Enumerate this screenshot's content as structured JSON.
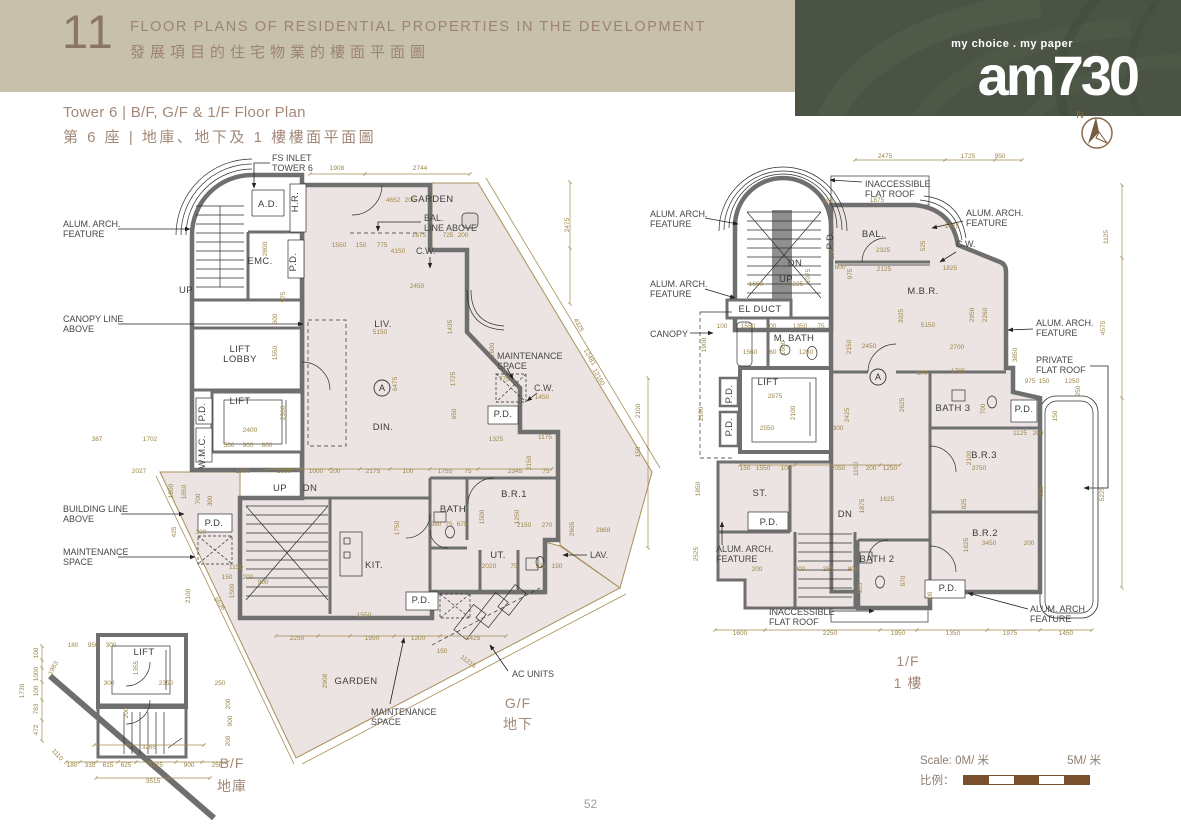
{
  "header": {
    "section_number": "11",
    "title_en": "FLOOR PLANS OF RESIDENTIAL PROPERTIES IN THE DEVELOPMENT",
    "title_zh": "發展項目的住宅物業的樓面平面圖",
    "logo": {
      "tagline": "my choice . my paper",
      "name": "am730"
    }
  },
  "subtitle": {
    "en": "Tower 6   |   B/F, G/F & 1/F Floor Plan",
    "zh": "第 6 座   |   地庫、地下及 1 樓樓面平面圖"
  },
  "compass": {
    "label": "N"
  },
  "scale": {
    "label_en": "Scale: 0M/ 米",
    "label_max": "5M/ 米",
    "label_zh": "比例："
  },
  "page": {
    "number": "52"
  },
  "colors": {
    "header_beige": "#c7c1ac",
    "header_green": "#4b5444",
    "title_brown": "#9d8373",
    "wall_gray": "#6f6f6f",
    "floor_pink": "#ece4e3",
    "dim_olive": "#9c8648",
    "lot_olive": "#a7905a",
    "floor_label_brown": "#a3897a",
    "scalebar_brown": "#7a4f2c"
  },
  "gf": {
    "floor_en": "G/F",
    "floor_zh": "地下",
    "unit_mark": "A",
    "rooms": [
      [
        "LIV.",
        383,
        327
      ],
      [
        "DIN.",
        383,
        430
      ],
      [
        "KIT.",
        374,
        568
      ],
      [
        "B.R.1",
        514,
        497
      ],
      [
        "BATH",
        453,
        512
      ],
      [
        "UT.",
        498,
        558
      ],
      [
        "LIFT\nLOBBY",
        240,
        352
      ],
      [
        "LIFT",
        240,
        404
      ],
      [
        "EMC.",
        260,
        264
      ],
      [
        "A.D.",
        268,
        207
      ],
      [
        "GARDEN",
        432,
        202
      ],
      [
        "GARDEN",
        356,
        684
      ],
      [
        "UP",
        186,
        293
      ],
      [
        "UP",
        280,
        491
      ],
      [
        "DN",
        310,
        491
      ],
      [
        "H.R.",
        298,
        202,
        -90
      ],
      [
        "P.D.",
        296,
        262,
        -90
      ],
      [
        "P.D.",
        205,
        412,
        -90
      ],
      [
        "W.M.C.",
        205,
        452,
        -90
      ],
      [
        "P.D.",
        503,
        417
      ],
      [
        "P.D.",
        421,
        603
      ],
      [
        "P.D.",
        214,
        526
      ]
    ],
    "callouts": [
      [
        "FS INLET\nTOWER 6",
        272,
        161
      ],
      [
        "ALUM. ARCH.\nFEATURE",
        63,
        227
      ],
      [
        "CANOPY LINE\nABOVE",
        63,
        322
      ],
      [
        "BUILDING LINE\nABOVE",
        63,
        512
      ],
      [
        "MAINTENANCE\nSPACE",
        63,
        555
      ],
      [
        "BAL.\nLINE ABOVE",
        424,
        221
      ],
      [
        "C.W.",
        416,
        254
      ],
      [
        "MAINTENANCE\nSPACE",
        497,
        359
      ],
      [
        "C.W.",
        534,
        391
      ],
      [
        "LAV.",
        590,
        558
      ],
      [
        "AC UNITS",
        512,
        677
      ],
      [
        "MAINTENANCE\nSPACE",
        371,
        715
      ]
    ],
    "dims": [
      [
        "1908",
        337,
        170
      ],
      [
        "2744",
        420,
        170
      ],
      [
        "4652",
        393,
        202
      ],
      [
        "200",
        410,
        202
      ],
      [
        "1675",
        419,
        237
      ],
      [
        "725",
        448,
        237
      ],
      [
        "200",
        463,
        237
      ],
      [
        "1550",
        339,
        247
      ],
      [
        "150",
        361,
        247
      ],
      [
        "775",
        382,
        247
      ],
      [
        "4150",
        398,
        253
      ],
      [
        "2450",
        417,
        288
      ],
      [
        "5150",
        380,
        334
      ],
      [
        "1435",
        452,
        327,
        -90
      ],
      [
        "6475",
        397,
        384,
        -90
      ],
      [
        "2800",
        267,
        249,
        -90
      ],
      [
        "975",
        285,
        297,
        -90
      ],
      [
        "600",
        277,
        319,
        -90
      ],
      [
        "1550",
        277,
        353,
        -90
      ],
      [
        "2300",
        285,
        413,
        -90
      ],
      [
        "2400",
        250,
        432
      ],
      [
        "500",
        229,
        447
      ],
      [
        "900",
        248,
        447
      ],
      [
        "800",
        267,
        447
      ],
      [
        "387",
        97,
        441
      ],
      [
        "1702",
        150,
        441
      ],
      [
        "2027",
        139,
        473
      ],
      [
        "1550",
        243,
        473
      ],
      [
        "1050",
        284,
        473
      ],
      [
        "1000",
        316,
        473
      ],
      [
        "200",
        335,
        473
      ],
      [
        "2175",
        373,
        473
      ],
      [
        "100",
        408,
        473
      ],
      [
        "1755",
        445,
        473
      ],
      [
        "75",
        468,
        473
      ],
      [
        "2345",
        515,
        473
      ],
      [
        "75",
        546,
        473
      ],
      [
        "1725",
        455,
        379,
        -90
      ],
      [
        "775",
        504,
        381
      ],
      [
        "1450",
        542,
        399
      ],
      [
        "650",
        456,
        414,
        -90
      ],
      [
        "1325",
        496,
        441
      ],
      [
        "1175",
        545,
        439
      ],
      [
        "2150",
        531,
        463,
        -90
      ],
      [
        "2600",
        494,
        350,
        -90
      ],
      [
        "1750",
        399,
        528,
        -90
      ],
      [
        "1500",
        484,
        517,
        -90
      ],
      [
        "1250",
        519,
        517,
        -90
      ],
      [
        "2150",
        524,
        527
      ],
      [
        "270",
        547,
        527
      ],
      [
        "2665",
        574,
        529,
        -90
      ],
      [
        "2868",
        603,
        532
      ],
      [
        "980",
        436,
        526
      ],
      [
        "75",
        449,
        526
      ],
      [
        "675",
        462,
        526
      ],
      [
        "2020",
        489,
        568
      ],
      [
        "75",
        514,
        568
      ],
      [
        "925",
        541,
        568
      ],
      [
        "150",
        557,
        568
      ],
      [
        "1550",
        364,
        617
      ],
      [
        "2250",
        297,
        640
      ],
      [
        "1950",
        372,
        640
      ],
      [
        "1200",
        418,
        640
      ],
      [
        "3425",
        473,
        640
      ],
      [
        "150",
        442,
        653
      ],
      [
        "2908",
        327,
        681,
        -90
      ],
      [
        "11215",
        467,
        663,
        37
      ],
      [
        "9636",
        218,
        605,
        52
      ],
      [
        "12481",
        588,
        358,
        60
      ],
      [
        "12160",
        597,
        378,
        60
      ],
      [
        "2475",
        569,
        225,
        -90
      ],
      [
        "4325",
        577,
        326,
        60
      ],
      [
        "1800",
        173,
        491,
        -90
      ],
      [
        "1850",
        186,
        492,
        -90
      ],
      [
        "700",
        200,
        499,
        -90
      ],
      [
        "300",
        212,
        501,
        -90
      ],
      [
        "425",
        176,
        532,
        -90
      ],
      [
        "300",
        201,
        534
      ],
      [
        "1150",
        236,
        569
      ],
      [
        "150",
        227,
        579
      ],
      [
        "1500",
        234,
        591,
        -90
      ],
      [
        "200",
        248,
        579
      ],
      [
        "900",
        263,
        584
      ],
      [
        "2100",
        190,
        596,
        -90
      ]
    ]
  },
  "bf": {
    "floor_en": "B/F",
    "floor_zh": "地庫",
    "rooms": [
      [
        "LIFT",
        144,
        655
      ]
    ],
    "dims": [
      [
        "180",
        73,
        647
      ],
      [
        "950",
        93,
        647
      ],
      [
        "300",
        111,
        647
      ],
      [
        "1983",
        55,
        669,
        -62
      ],
      [
        "100",
        38,
        653,
        -90
      ],
      [
        "1000",
        38,
        674,
        -90
      ],
      [
        "100",
        38,
        691,
        -90
      ],
      [
        "783",
        38,
        709,
        -90
      ],
      [
        "472",
        38,
        730,
        -90
      ],
      [
        "1730",
        24,
        691,
        -90
      ],
      [
        "1110",
        56,
        756,
        48
      ],
      [
        "1355",
        138,
        668,
        -90
      ],
      [
        "2350",
        166,
        685
      ],
      [
        "300",
        109,
        685
      ],
      [
        "250",
        220,
        685
      ],
      [
        "200",
        128,
        713,
        -90
      ],
      [
        "900",
        232,
        721,
        -90
      ],
      [
        "200",
        230,
        704,
        -90
      ],
      [
        "200",
        230,
        741,
        -90
      ],
      [
        "3265",
        149,
        749
      ],
      [
        "180",
        72,
        767
      ],
      [
        "335",
        90,
        767
      ],
      [
        "615",
        108,
        767
      ],
      [
        "625",
        126,
        767
      ],
      [
        "1125",
        156,
        767
      ],
      [
        "900",
        189,
        767
      ],
      [
        "250",
        217,
        767
      ],
      [
        "3515",
        153,
        783
      ]
    ]
  },
  "ff": {
    "floor_en": "1/F",
    "floor_zh": "1 樓",
    "unit_mark": "A",
    "rooms": [
      [
        "BAL.",
        873,
        237
      ],
      [
        "M.B.R.",
        923,
        294
      ],
      [
        "M. BATH",
        794,
        341
      ],
      [
        "EL DUCT",
        760,
        312
      ],
      [
        "LIFT",
        768,
        385
      ],
      [
        "BATH 3",
        953,
        411
      ],
      [
        "B.R.3",
        984,
        458
      ],
      [
        "B.R.2",
        985,
        536
      ],
      [
        "BATH 2",
        877,
        562
      ],
      [
        "ST.",
        760,
        496
      ],
      [
        "DN",
        795,
        266
      ],
      [
        "UP",
        786,
        282
      ],
      [
        "DN",
        845,
        517
      ],
      [
        "P.D.",
        833,
        240,
        -90
      ],
      [
        "P.D.",
        732,
        394,
        -90
      ],
      [
        "P.D.",
        732,
        427,
        -90
      ],
      [
        "P.D.",
        769,
        525
      ],
      [
        "P.D.",
        1024,
        412
      ],
      [
        "P.D.",
        948,
        591
      ]
    ],
    "callouts": [
      [
        "INACCESSIBLE\nFLAT ROOF",
        865,
        187
      ],
      [
        "ALUM. ARCH.\nFEATURE",
        650,
        217
      ],
      [
        "ALUM. ARCH.\nFEATURE",
        650,
        287
      ],
      [
        "ALUM. ARCH.\nFEATURE",
        966,
        216
      ],
      [
        "CANOPY",
        650,
        337
      ],
      [
        "ALUM. ARCH.\nFEATURE",
        1036,
        326
      ],
      [
        "PRIVATE\nFLAT ROOF",
        1036,
        363
      ],
      [
        "C.W.",
        956,
        247
      ],
      [
        "ALUM. ARCH.\nFEATURE",
        716,
        552
      ],
      [
        "INACCESSIBLE\nFLAT ROOF",
        769,
        615
      ],
      [
        "ALUM. ARCH.\nFEATURE",
        1030,
        612
      ]
    ],
    "dims": [
      [
        "2475",
        885,
        158
      ],
      [
        "1725",
        968,
        158
      ],
      [
        "950",
        1000,
        158
      ],
      [
        "1875",
        877,
        202
      ],
      [
        "550",
        828,
        203
      ],
      [
        "1675",
        952,
        228
      ],
      [
        "2325",
        883,
        252
      ],
      [
        "2125",
        884,
        271
      ],
      [
        "1825",
        950,
        270
      ],
      [
        "1650",
        756,
        286
      ],
      [
        "1225",
        796,
        286
      ],
      [
        "975",
        834,
        241,
        -90
      ],
      [
        "150",
        834,
        254,
        -90
      ],
      [
        "1075",
        810,
        276,
        -90
      ],
      [
        "600",
        840,
        269
      ],
      [
        "975",
        852,
        274,
        -90
      ],
      [
        "525",
        925,
        246,
        -90
      ],
      [
        "1125",
        1108,
        237,
        -90
      ],
      [
        "4575",
        1105,
        328,
        -90
      ],
      [
        "5225",
        1104,
        494,
        -90
      ],
      [
        "4925",
        1043,
        493,
        -90
      ],
      [
        "250",
        1080,
        391,
        -90
      ],
      [
        "150",
        1057,
        416,
        -90
      ],
      [
        "3025",
        903,
        316,
        -90
      ],
      [
        "5150",
        928,
        327
      ],
      [
        "2950",
        974,
        315,
        -90
      ],
      [
        "2260",
        987,
        315,
        -90
      ],
      [
        "2700",
        957,
        349
      ],
      [
        "3850",
        1017,
        355,
        -90
      ],
      [
        "2450",
        869,
        348
      ],
      [
        "2150",
        851,
        347,
        -90
      ],
      [
        "100",
        722,
        328
      ],
      [
        "1550",
        748,
        328
      ],
      [
        "100",
        771,
        328
      ],
      [
        "1350",
        800,
        328
      ],
      [
        "75",
        821,
        328
      ],
      [
        "1560",
        750,
        354
      ],
      [
        "160",
        771,
        354
      ],
      [
        "1280",
        806,
        354
      ],
      [
        "1600",
        785,
        348,
        -90
      ],
      [
        "1900",
        706,
        345,
        -90
      ],
      [
        "2100",
        703,
        414,
        -90
      ],
      [
        "2875",
        775,
        398
      ],
      [
        "2100",
        795,
        413,
        -90
      ],
      [
        "2550",
        767,
        430
      ],
      [
        "300",
        838,
        430
      ],
      [
        "2425",
        849,
        415,
        -90
      ],
      [
        "2625",
        904,
        405,
        -90
      ],
      [
        "670",
        922,
        375
      ],
      [
        "1795",
        958,
        373
      ],
      [
        "700",
        985,
        409,
        -90
      ],
      [
        "975",
        1030,
        383
      ],
      [
        "150",
        1044,
        383
      ],
      [
        "1250",
        1072,
        383
      ],
      [
        "1125",
        1020,
        435
      ],
      [
        "200",
        1038,
        435
      ],
      [
        "2100",
        971,
        458,
        -90
      ],
      [
        "3750",
        979,
        470
      ],
      [
        "150",
        745,
        470
      ],
      [
        "1550",
        763,
        470
      ],
      [
        "100",
        786,
        470
      ],
      [
        "2050",
        838,
        470
      ],
      [
        "1150",
        858,
        469,
        -90
      ],
      [
        "200",
        871,
        470
      ],
      [
        "1250",
        890,
        470
      ],
      [
        "1875",
        864,
        506,
        -90
      ],
      [
        "1850",
        700,
        489,
        -90
      ],
      [
        "2525",
        698,
        554,
        -90
      ],
      [
        "2100",
        640,
        411,
        -90
      ],
      [
        "150",
        640,
        452,
        -90
      ],
      [
        "1625",
        887,
        501
      ],
      [
        "825",
        966,
        504,
        -90
      ],
      [
        "1625",
        968,
        545,
        -90
      ],
      [
        "3450",
        989,
        545
      ],
      [
        "200",
        1029,
        545
      ],
      [
        "670",
        905,
        581,
        -90
      ],
      [
        "200",
        757,
        571
      ],
      [
        "900",
        800,
        571
      ],
      [
        "250",
        828,
        571
      ],
      [
        "900",
        853,
        571
      ],
      [
        "925",
        862,
        588,
        -90
      ],
      [
        "500",
        932,
        597,
        -90
      ],
      [
        "1600",
        740,
        635
      ],
      [
        "2250",
        830,
        635
      ],
      [
        "1950",
        898,
        635
      ],
      [
        "1350",
        953,
        635
      ],
      [
        "1975",
        1010,
        635
      ],
      [
        "1450",
        1066,
        635
      ]
    ]
  }
}
